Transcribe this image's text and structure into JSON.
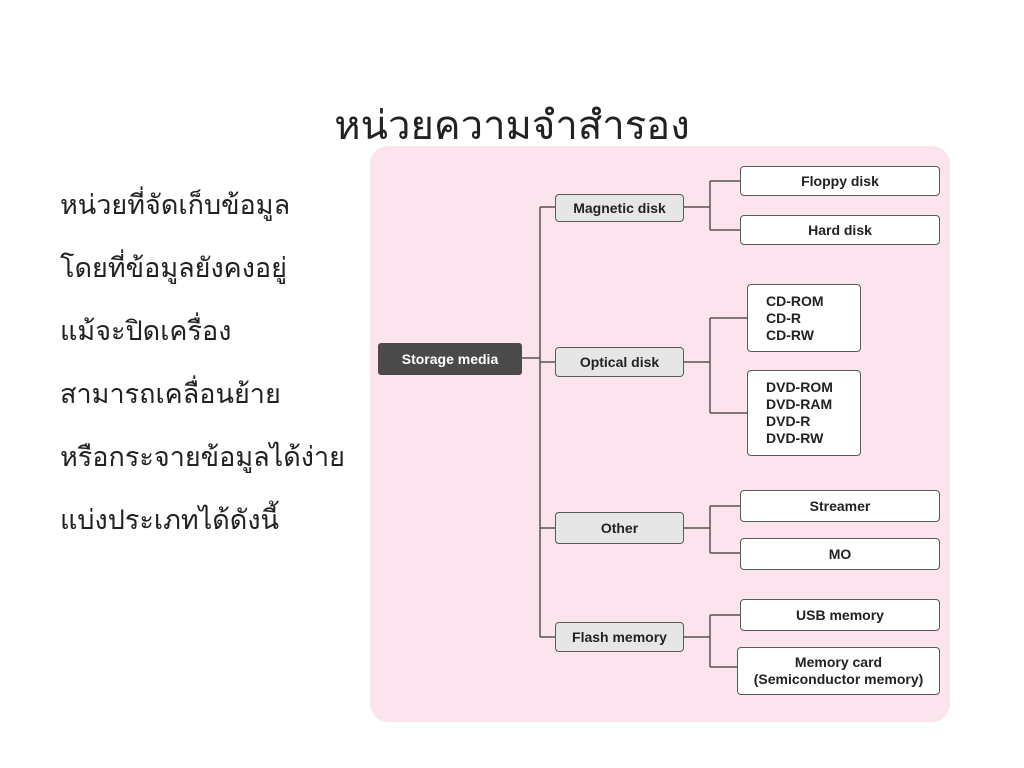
{
  "title": "หน่วยความจำสำรอง",
  "bullets": [
    "หน่วยที่จัดเก็บข้อมูล",
    "โดยที่ข้อมูลยังคงอยู่",
    "แม้จะปิดเครื่อง",
    "สามารถเคลื่อนย้าย",
    "หรือกระจายข้อมูลได้ง่าย",
    "แบ่งประเภทได้ดังนี้"
  ],
  "diagram": {
    "root": "Storage media",
    "categories": {
      "magnetic": "Magnetic disk",
      "optical": "Optical disk",
      "other": "Other",
      "flash": "Flash memory"
    },
    "leaves": {
      "floppy": "Floppy disk",
      "hard": "Hard disk",
      "cd": "CD-ROM\nCD-R\nCD-RW",
      "dvd": "DVD-ROM\nDVD-RAM\nDVD-R\nDVD-RW",
      "streamer": "Streamer",
      "mo": "MO",
      "usb": "USB memory",
      "card": "Memory card\n(Semiconductor memory)"
    }
  }
}
